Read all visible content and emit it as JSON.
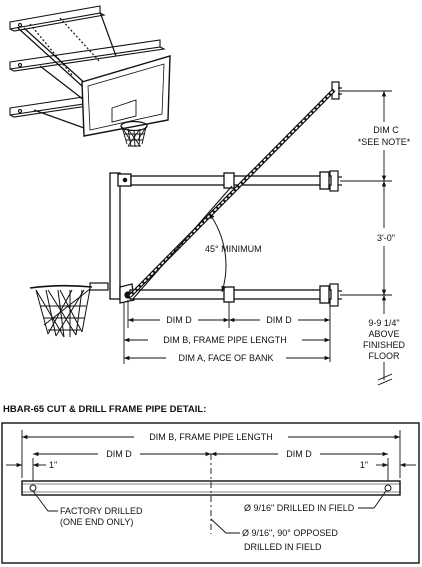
{
  "upper": {
    "dim_c": "DIM C",
    "see_note": "*SEE NOTE*",
    "three_foot": "3'-0\"",
    "height_value": "9-9 1/4\"",
    "height_line2": "ABOVE",
    "height_line3": "FINISHED",
    "height_line4": "FLOOR",
    "angle_label": "45° MINIMUM",
    "dim_d_left": "DIM D",
    "dim_d_right": "DIM D",
    "dim_b": "DIM B, FRAME PIPE LENGTH",
    "dim_a": "DIM A, FACE OF BANK"
  },
  "detail": {
    "title": "HBAR-65 CUT & DRILL FRAME PIPE DETAIL:",
    "dim_b": "DIM B, FRAME PIPE LENGTH",
    "dim_d_left": "DIM D",
    "dim_d_right": "DIM D",
    "one_inch_left": "1\"",
    "one_inch_right": "1\"",
    "factory_line1": "FACTORY DRILLED",
    "factory_line2": "(ONE END ONLY)",
    "drill_right": "Ø 9/16\" DRILLED IN FIELD",
    "drill_bottom_line1": "Ø 9/16\", 90° OPPOSED",
    "drill_bottom_line2": "DRILLED IN FIELD"
  }
}
